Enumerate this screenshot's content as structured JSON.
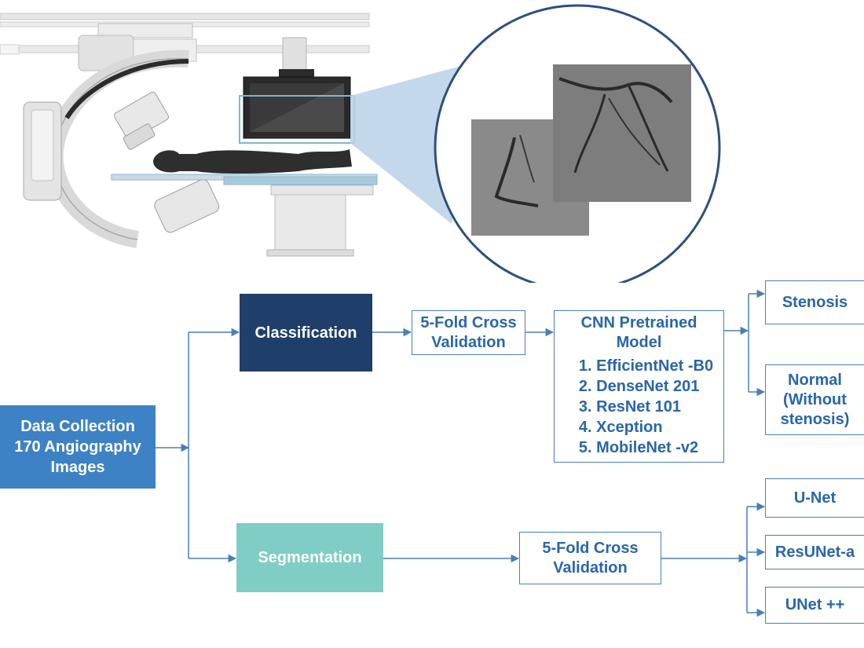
{
  "data_collection": {
    "line1": "Data Collection",
    "line2": "170 Angiography",
    "line3": "Images"
  },
  "classification": {
    "label": "Classification"
  },
  "segmentation": {
    "label": "Segmentation"
  },
  "cv_classification": {
    "line1": "5-Fold Cross",
    "line2": "Validation"
  },
  "cv_segmentation": {
    "line1": "5-Fold Cross",
    "line2": "Validation"
  },
  "cnn": {
    "title_line1": "CNN Pretrained",
    "title_line2": "Model",
    "models": [
      "1.  EfficientNet -B0",
      "2.  DenseNet 201",
      "3.  ResNet 101",
      "4.  Xception",
      "5.  MobileNet -v2"
    ]
  },
  "outputs_classification": {
    "stenosis": "Stenosis",
    "normal_line1": "Normal",
    "normal_line2": "(Without",
    "normal_line3": "stenosis)"
  },
  "outputs_segmentation": {
    "unet": "U-Net",
    "resunet": "ResUNet-a",
    "unetpp": "UNet ++"
  },
  "colors": {
    "data_box": "#3d82c4",
    "classification_box": "#1f3f6a",
    "segmentation_box": "#7fcdc5",
    "outline": "#4a7fb5",
    "text_blue": "#2a66a8",
    "zoom_cone": "#b8d1e6",
    "circle_border": "#2d4f7c"
  }
}
